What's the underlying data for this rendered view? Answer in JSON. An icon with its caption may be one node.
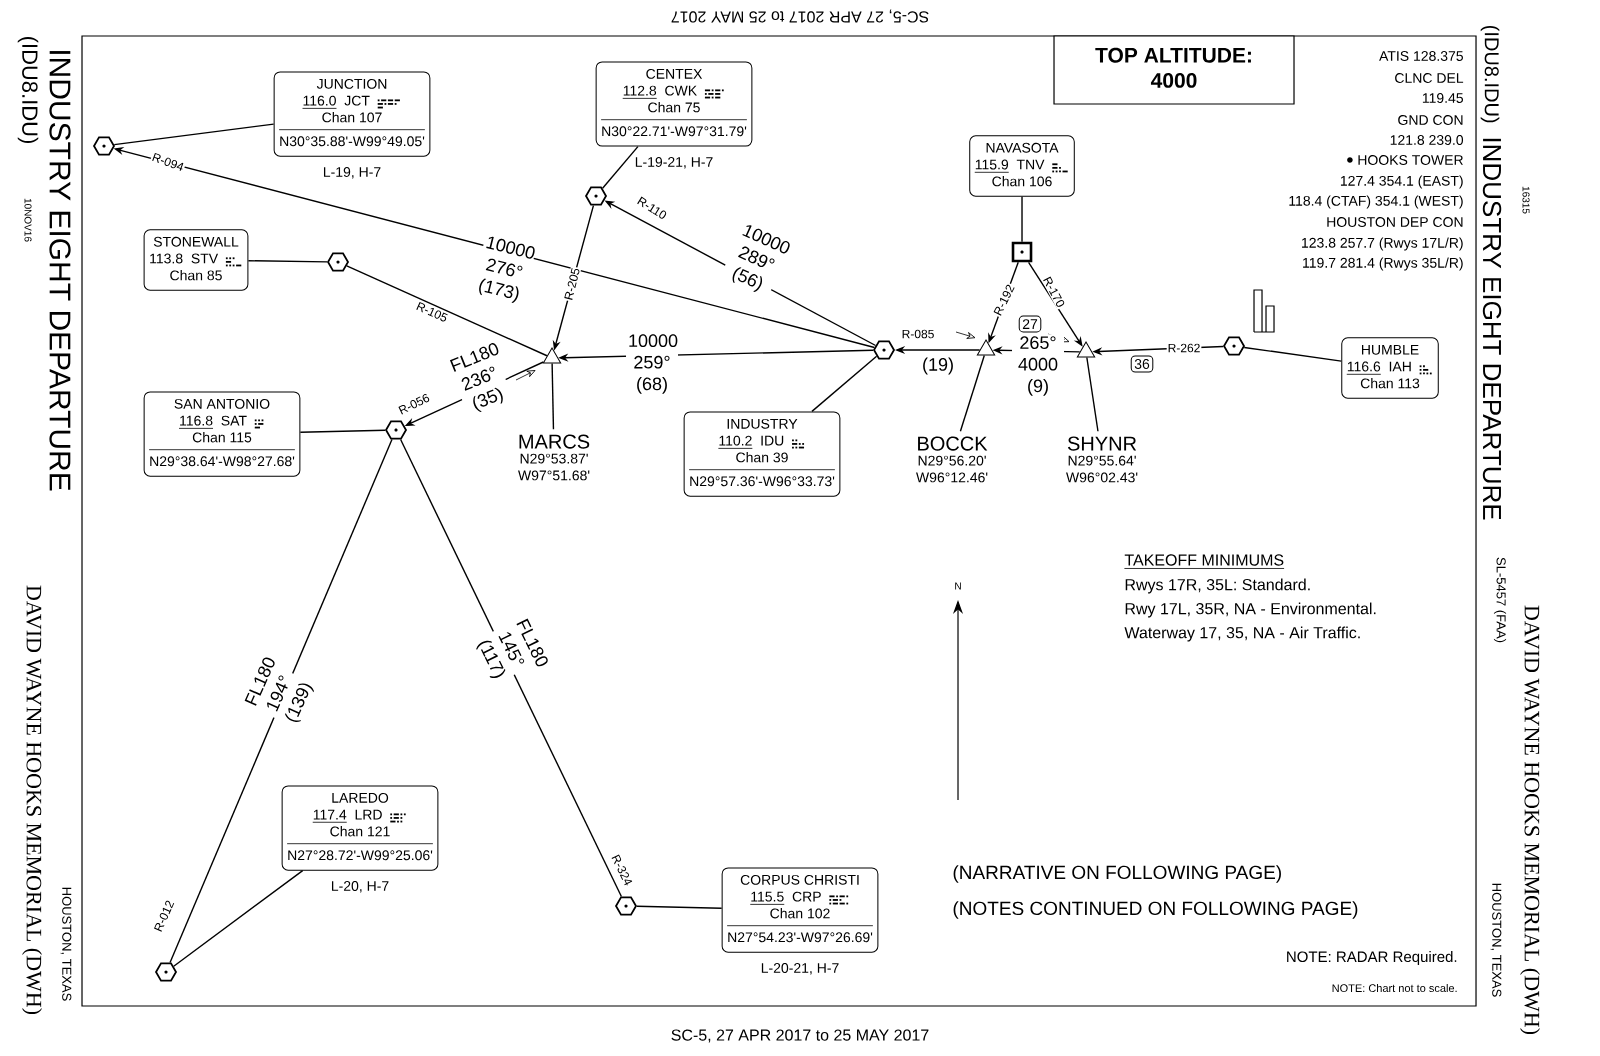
{
  "diagram": {
    "title": "INDUSTRY EIGHT DEPARTURE",
    "nodes": [
      {
        "text": [
          "JUNCTION",
          "116.0",
          "JCT",
          "Chan 107",
          "N30°35.88'-W99°49.05'"
        ],
        "beside": [
          "L-19, H-7"
        ]
      },
      {
        "text": [],
        "shape": "hexagon"
      },
      {
        "text": [
          "CENTEX",
          "112.8",
          "CWK",
          "Chan 75",
          "N30°22.71'-W97°31.79'"
        ],
        "beside": [
          "L-19-21, H-7"
        ]
      },
      {
        "text": [],
        "shape": "hexagon"
      },
      {
        "text": [
          "NAVASOTA",
          "115.9",
          "TNV",
          "Chan 106"
        ]
      },
      {
        "text": [],
        "shape": "box"
      },
      {
        "text": [
          "STONEWALL",
          "113.8",
          "STV",
          "Chan 85"
        ]
      },
      {
        "text": [],
        "shape": "hexagon"
      },
      {
        "text": [
          "MARCS",
          "N29°53.87' W97°51.68'"
        ]
      },
      {
        "text": [],
        "shape": "hexagon"
      },
      {
        "text": [
          "INDUSTRY",
          "110.2",
          "IDU",
          "Chan 39",
          "N29°57.36'-W96°33.73'"
        ]
      },
      {
        "text": [
          "BOCCK",
          "N29°56.20' W96°12.46'"
        ]
      },
      {
        "text": [
          "SHYNR",
          "N29°55.64' W96°02.43'"
        ]
      },
      {
        "text": [
          "HUMBLE",
          "116.6",
          "IAH",
          "Chan 113"
        ]
      },
      {
        "text": [],
        "shape": "hexagon"
      },
      {
        "text": [
          "SAN ANTONIO",
          "116.8",
          "SAT",
          "Chan 115",
          "N29°38.64'-W98°27.68'"
        ]
      },
      {
        "text": [],
        "shape": "hexagon"
      },
      {
        "text": [
          "LAREDO",
          "117.4",
          "LRD",
          "Chan 121",
          "N27°28.72'-W99°25.06'"
        ],
        "beside": [
          "L-20, H-7"
        ]
      },
      {
        "text": [],
        "shape": "hexagon"
      },
      {
        "text": [
          "CORPUS CHRISTI",
          "115.5",
          "CRP",
          "Chan 102",
          "N27°54.23'-W97°26.69'"
        ],
        "beside": [
          "L-20-21, H-7"
        ]
      },
      {
        "text": [],
        "shape": "hexagon"
      },
      {
        "text": [
          "TOP ALTITUDE:",
          "4000"
        ]
      },
      {
        "text": [],
        "shape": "triangle"
      },
      {
        "text": [],
        "shape": "triangle"
      },
      {
        "text": [],
        "shape": "triangle"
      }
    ],
    "edges": [
      {
        "from": 9,
        "to": 1,
        "arrow": "to",
        "label": "10000 276° (173)"
      },
      {
        "from": 9,
        "to": 3,
        "arrow": "to",
        "label": "10000 289° (56)"
      },
      {
        "from": 9,
        "to": 22,
        "arrow": "to",
        "label": "10000 259° (68)"
      },
      {
        "from": 22,
        "to": 16,
        "arrow": "to",
        "label": "FL180 236° (35)"
      },
      {
        "from": 16,
        "to": 18,
        "arrow": "none",
        "label": "FL180 194° (139)"
      },
      {
        "from": 16,
        "to": 20,
        "arrow": "none",
        "label": "FL180 145° (117)"
      },
      {
        "from": 23,
        "to": 9,
        "arrow": "to",
        "label": "(19)"
      },
      {
        "from": 24,
        "to": 23,
        "arrow": "to",
        "label": "265° 4000 (9)"
      },
      {
        "from": 3,
        "to": 22,
        "arrow": "to"
      },
      {
        "from": 7,
        "to": 22,
        "arrow": "none"
      },
      {
        "from": 5,
        "to": 23,
        "arrow": "to"
      },
      {
        "from": 5,
        "to": 24,
        "arrow": "to"
      },
      {
        "from": 14,
        "to": 24,
        "arrow": "to"
      },
      {
        "from": 0,
        "to": 1,
        "arrow": "none"
      },
      {
        "from": 2,
        "to": 3,
        "arrow": "none"
      },
      {
        "from": 4,
        "to": 5,
        "arrow": "none"
      },
      {
        "from": 6,
        "to": 7,
        "arrow": "none"
      },
      {
        "from": 10,
        "to": 9,
        "arrow": "none"
      },
      {
        "from": 13,
        "to": 14,
        "arrow": "none"
      },
      {
        "from": 15,
        "to": 16,
        "arrow": "none"
      },
      {
        "from": 17,
        "to": 18,
        "arrow": "none"
      },
      {
        "from": 19,
        "to": 20,
        "arrow": "none"
      },
      {
        "from": 8,
        "to": 22,
        "arrow": "none"
      },
      {
        "from": 11,
        "to": 23,
        "arrow": "none"
      },
      {
        "from": 12,
        "to": 24,
        "arrow": "none"
      }
    ],
    "labels": [
      "SC-5, 27 APR 2017 to 25 MAY 2017",
      "(IDU8.IDU)",
      "10NOV16",
      "DAVID WAYNE HOOKS MEMORIAL (DWH)",
      "HOUSTON, TEXAS",
      "(IDU8.IDU)",
      "INDUSTRY EIGHT DEPARTURE",
      "16315",
      "SL-5457 (FAA)",
      "DAVID WAYNE HOOKS MEMORIAL (DWH)",
      "HOUSTON, TEXAS",
      "ATIS 128.375",
      "CLNC DEL",
      "119.45",
      "GND CON",
      "121.8 239.0",
      "HOOKS TOWER",
      "127.4 354.1 (EAST)",
      "118.4 (CTAF) 354.1 (WEST)",
      "HOUSTON DEP CON",
      "123.8 257.7 (Rwys 17L/R)",
      "119.7 281.4 (Rwys 35L/R)",
      "R-094",
      "R-110",
      "R-105",
      "R-205",
      "R-056",
      "R-085",
      "R-192",
      "R-170",
      "R-262",
      "R-012",
      "R-324",
      "27",
      "36",
      "N",
      "TAKEOFF MINIMUMS",
      "Rwys 17R, 35L: Standard.",
      "Rwy 17L, 35R, NA - Environmental.",
      "Waterway 17, 35, NA - Air Traffic.",
      "(NARRATIVE ON FOLLOWING PAGE)",
      "(NOTES CONTINUED ON FOLLOWING PAGE)",
      "NOTE: RADAR Required.",
      "NOTE: Chart not to scale.",
      "SC-5, 27 APR 2017 to 25 MAY 2017"
    ]
  }
}
